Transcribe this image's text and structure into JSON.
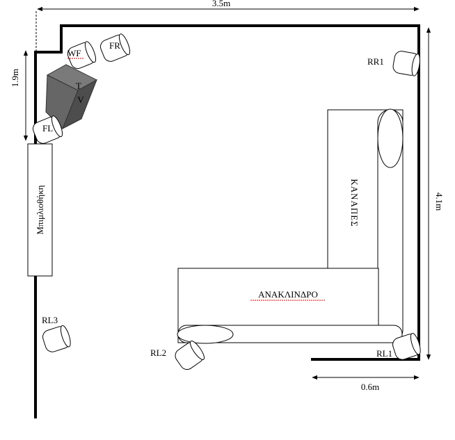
{
  "dimensions": {
    "width_label": "3.5m",
    "height_label": "4.1m",
    "left_label": "1.9m",
    "bottom_label": "0.6m"
  },
  "speakers": {
    "wf": "WF",
    "fr": "FR",
    "fl": "FL",
    "rr1": "RR1",
    "rl1": "RL1",
    "rl2": "RL2",
    "rl3": "RL3"
  },
  "tv": {
    "line1": "T",
    "line2": "V"
  },
  "furniture": {
    "bookcase": "Μπιμλιοθήκη",
    "sofa": "ΚΑΝΑΠΕΣ",
    "chaise": "ΑΝΑΚΛΙΝΔΡΟ"
  },
  "colors": {
    "tv_front": "#666666",
    "tv_side": "#4d4d4d",
    "tv_top": "#7a7a7a",
    "spell_underline": "#cc0000"
  }
}
